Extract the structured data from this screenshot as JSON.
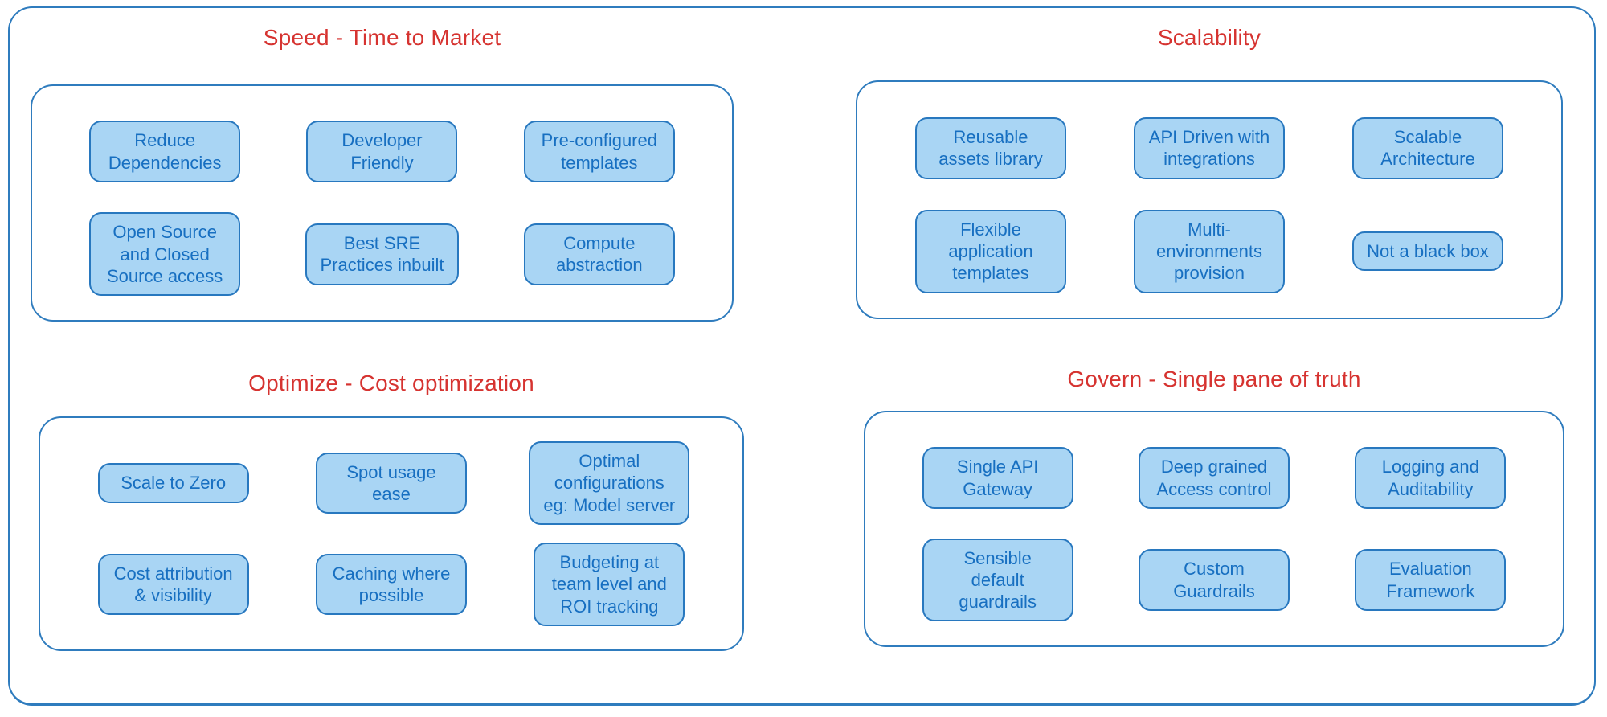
{
  "colors": {
    "title_red": "#d63330",
    "frame_border": "#2f7cbe",
    "panel_border": "#2f7cbe",
    "box_fill": "#a9d5f4",
    "box_border": "#2878bf",
    "box_text": "#176fc1"
  },
  "quadrants": [
    {
      "id": "speed",
      "title": "Speed - Time to Market",
      "items": [
        "Reduce\nDependencies",
        "Developer\nFriendly",
        "Pre-configured\ntemplates",
        "Open Source\nand Closed\nSource access",
        "Best SRE\nPractices inbuilt",
        "Compute\nabstraction"
      ]
    },
    {
      "id": "scalability",
      "title": "Scalability",
      "items": [
        "Reusable\nassets library",
        "API Driven with\nintegrations",
        "Scalable\nArchitecture",
        "Flexible\napplication\ntemplates",
        "Multi-\nenvironments\nprovision",
        "Not a black box"
      ]
    },
    {
      "id": "optimize",
      "title": "Optimize - Cost optimization",
      "items": [
        "Scale to Zero",
        "Spot usage\nease",
        "Optimal\nconfigurations\neg: Model server",
        "Cost attribution\n& visibility",
        "Caching where\npossible",
        "Budgeting at\nteam level and\nROI tracking"
      ]
    },
    {
      "id": "govern",
      "title": "Govern - Single pane of truth",
      "items": [
        "Single API\nGateway",
        "Deep grained\nAccess control",
        "Logging and\nAuditability",
        "Sensible\ndefault\nguardrails",
        "Custom\nGuardrails",
        "Evaluation\nFramework"
      ]
    }
  ]
}
